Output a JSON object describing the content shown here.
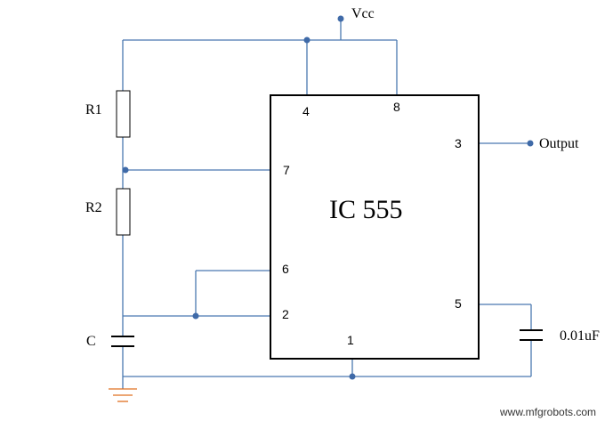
{
  "diagram": {
    "chip_label": "IC 555",
    "components": {
      "r1": "R1",
      "r2": "R2",
      "c": "C",
      "c2_value": "0.01uF"
    },
    "nets": {
      "vcc": "Vcc",
      "output": "Output"
    },
    "pins": {
      "p1": "1",
      "p2": "2",
      "p3": "3",
      "p4": "4",
      "p5": "5",
      "p6": "6",
      "p7": "7",
      "p8": "8"
    }
  },
  "watermark": "www.mfgrobots.com",
  "colors": {
    "wire": "#4a78b0",
    "ground": "#e07020",
    "outline": "#000000"
  }
}
